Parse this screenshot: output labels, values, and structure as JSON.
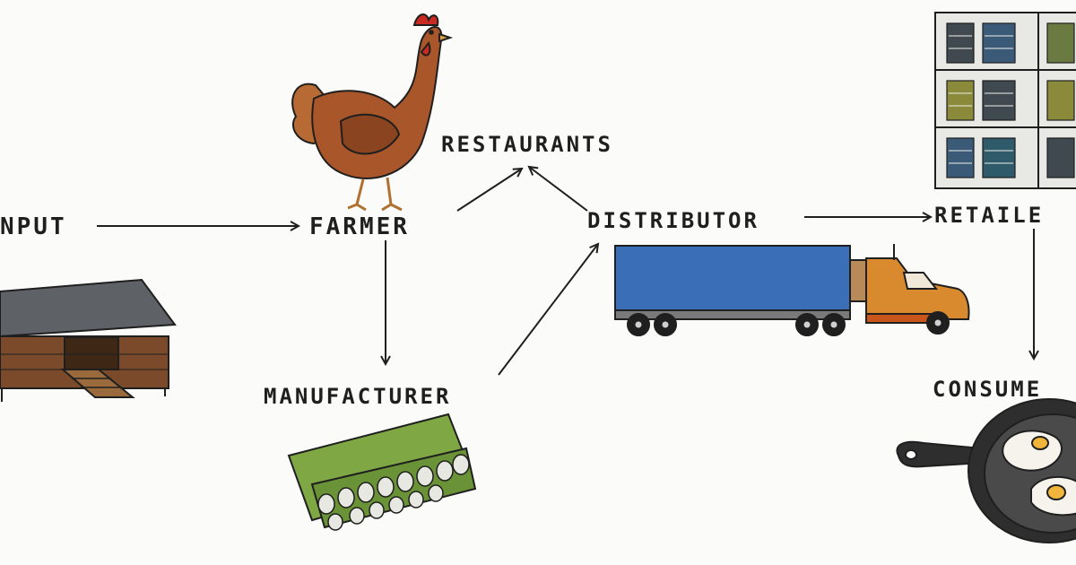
{
  "nodes": {
    "input": "NPUT",
    "farmer": "FARMER",
    "restaurants": "RESTAURANTS",
    "distributor": "DISTRIBUTOR",
    "retailer": "RETAILE",
    "manufacturer": "MANUFACTURER",
    "consumer": "CONSUME"
  },
  "edges": [
    {
      "from": "input",
      "to": "farmer"
    },
    {
      "from": "farmer",
      "to": "restaurants"
    },
    {
      "from": "farmer",
      "to": "manufacturer"
    },
    {
      "from": "manufacturer",
      "to": "distributor"
    },
    {
      "from": "distributor",
      "to": "restaurants"
    },
    {
      "from": "distributor",
      "to": "retailer"
    },
    {
      "from": "retailer",
      "to": "consumer"
    }
  ],
  "colors": {
    "ink": "#1f1f1f",
    "hen": "#a8562a",
    "comb": "#c92a22",
    "truck_trailer": "#3a6fb8",
    "truck_cab": "#d98a2e",
    "egg_carton": "#7fa845",
    "barn_roof": "#5e6266",
    "barn_wall": "#7a4a2a",
    "pan": "#2e2e2e",
    "yolk": "#f0b53a"
  },
  "illustrations": [
    "barn-illustration",
    "hen-illustration",
    "truck-illustration",
    "egg-carton-illustration",
    "store-shelf-illustration",
    "frying-pan-illustration"
  ]
}
